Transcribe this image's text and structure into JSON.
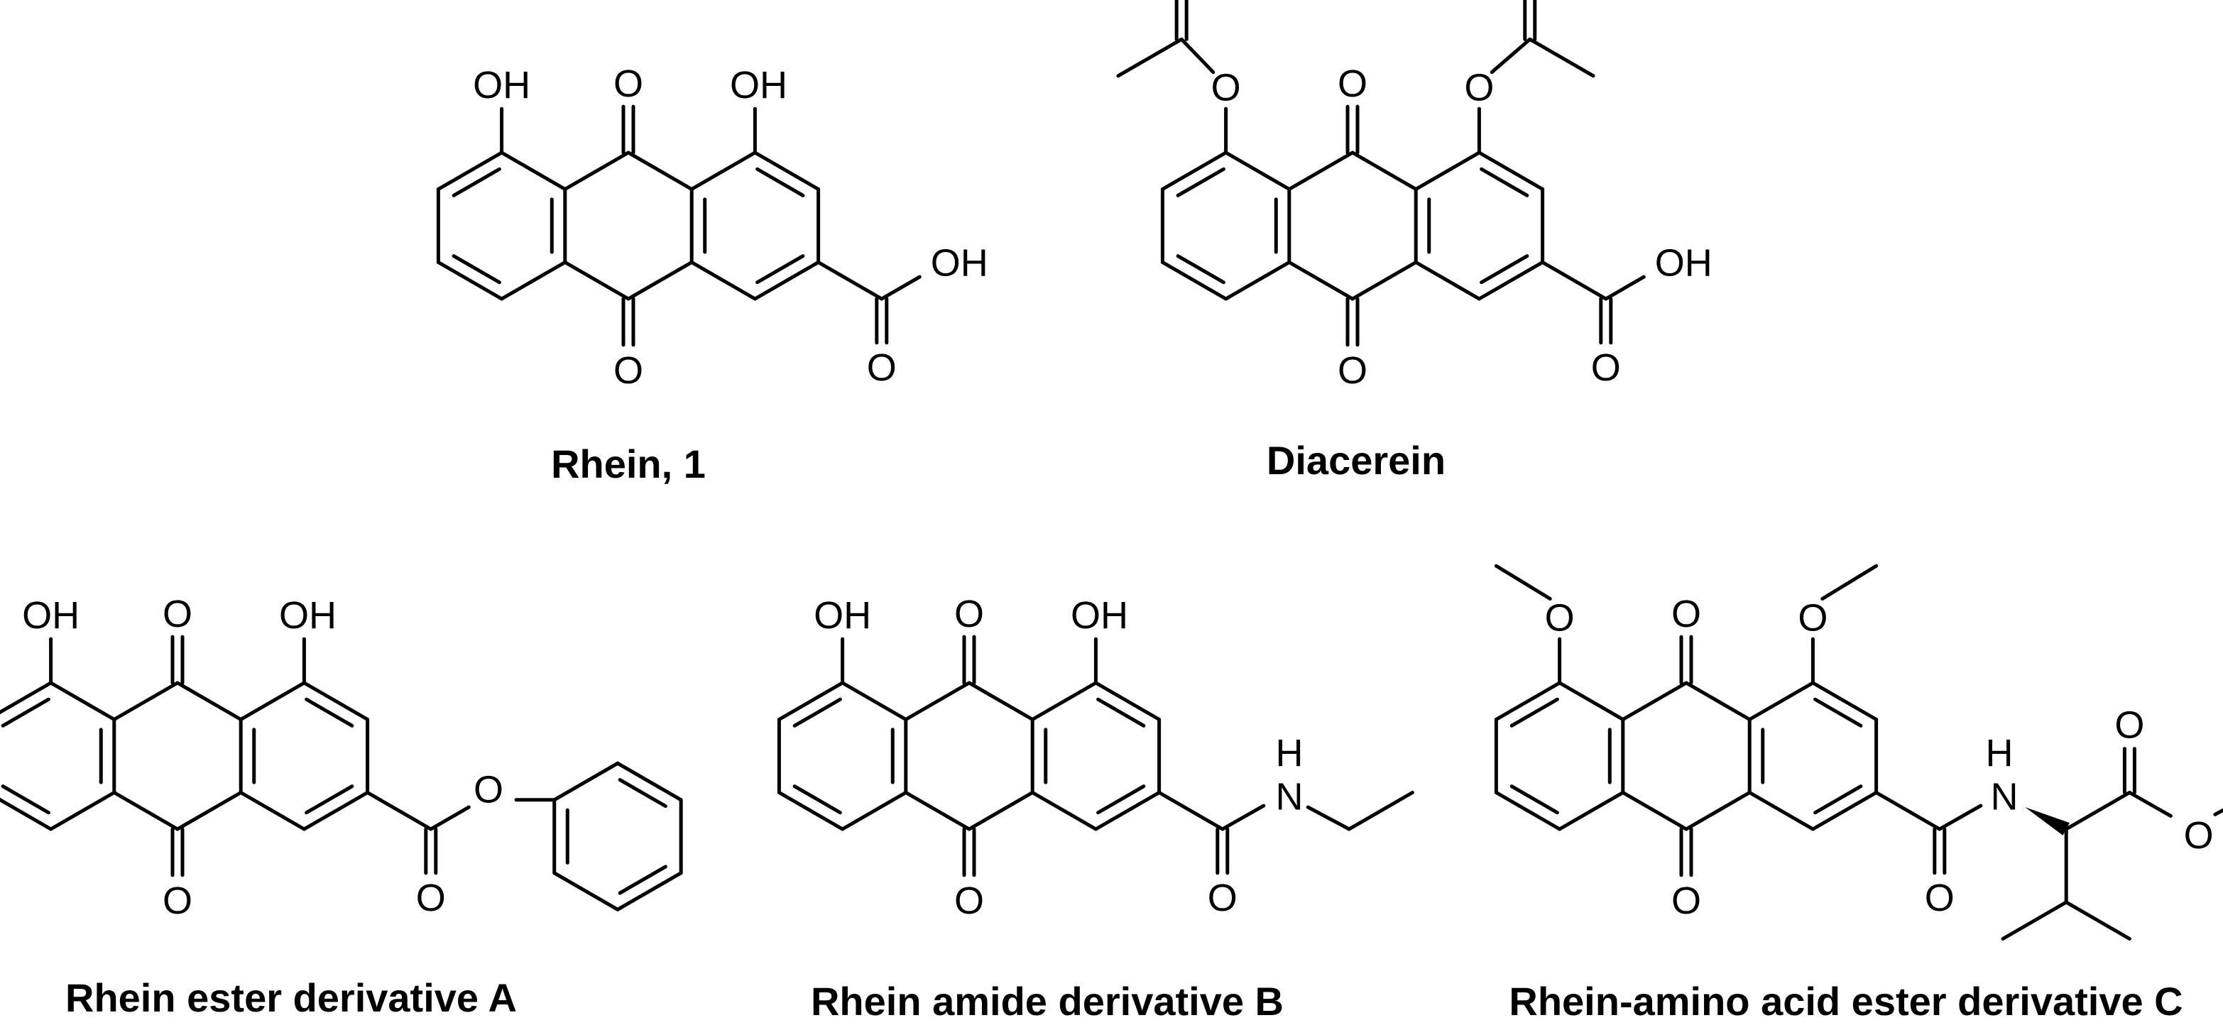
{
  "atom_labels": {
    "hydroxyl": "OH",
    "oxygen": "O",
    "nitrogen": "N",
    "hydrogen": "H"
  },
  "compounds": [
    {
      "id": "rhein",
      "caption": "Rhein, 1"
    },
    {
      "id": "diacerein",
      "caption": "Diacerein"
    },
    {
      "id": "ester-A",
      "caption": "Rhein ester derivative A"
    },
    {
      "id": "amide-B",
      "caption": "Rhein amide derivative B"
    },
    {
      "id": "amino-ester-C",
      "caption": "Rhein-amino acid ester derivative C"
    }
  ]
}
